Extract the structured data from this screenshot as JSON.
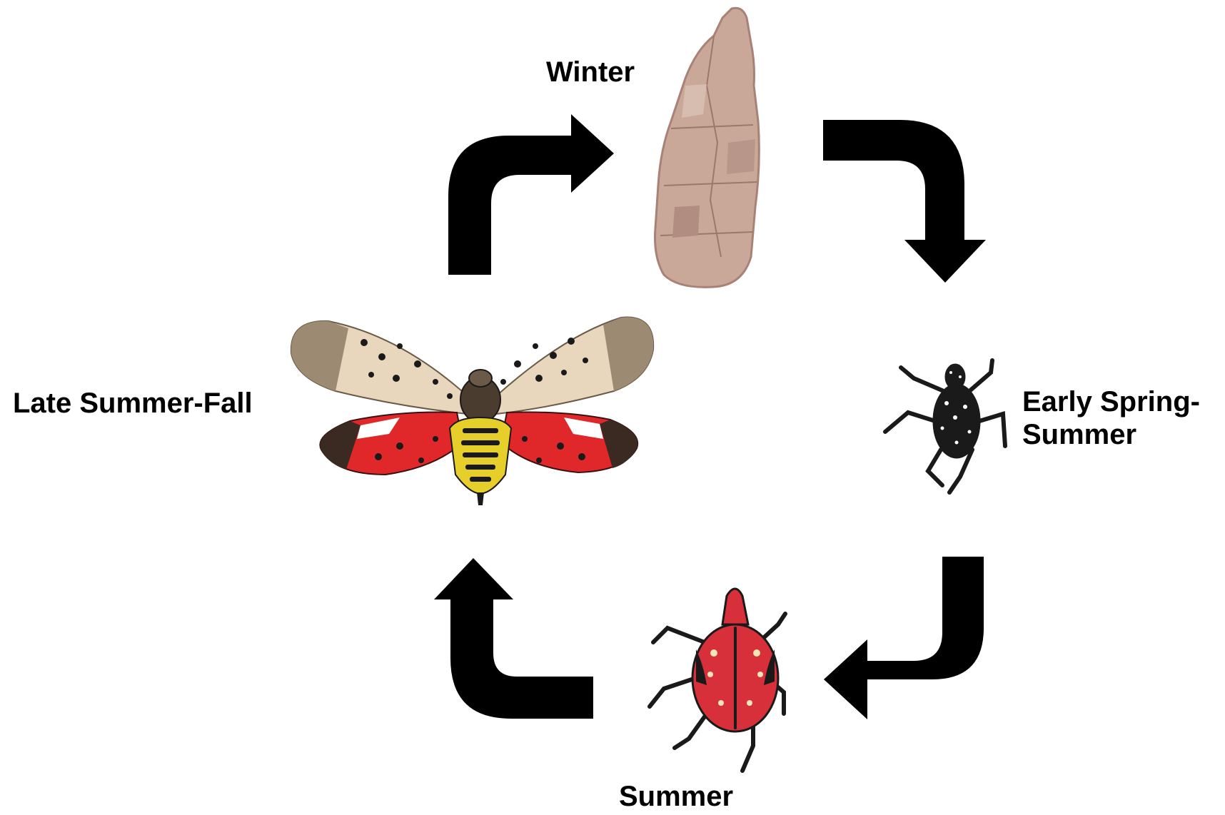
{
  "stages": {
    "egg": {
      "label": "Winter"
    },
    "early_nymph": {
      "label_line1": "Early Spring-",
      "label_line2": "Summer"
    },
    "late_nymph": {
      "label": "Summer"
    },
    "adult": {
      "label": "Late Summer-Fall"
    }
  },
  "colors": {
    "arrow": "#000000",
    "egg_mass": "#c9a89a",
    "egg_mass_dark": "#a88276",
    "nymph_black": "#1a1a1a",
    "nymph_red": "#d8303a",
    "adult_forewing": "#e8d6bd",
    "adult_hindwing_red": "#e0282a",
    "adult_abdomen_yellow": "#e6cf2a"
  },
  "icons": {
    "egg_mass": "egg-mass-illustration",
    "early_nymph": "black-nymph-illustration",
    "late_nymph": "red-nymph-illustration",
    "adult": "adult-lanternfly-illustration",
    "arrows": "curved-cycle-arrow"
  }
}
